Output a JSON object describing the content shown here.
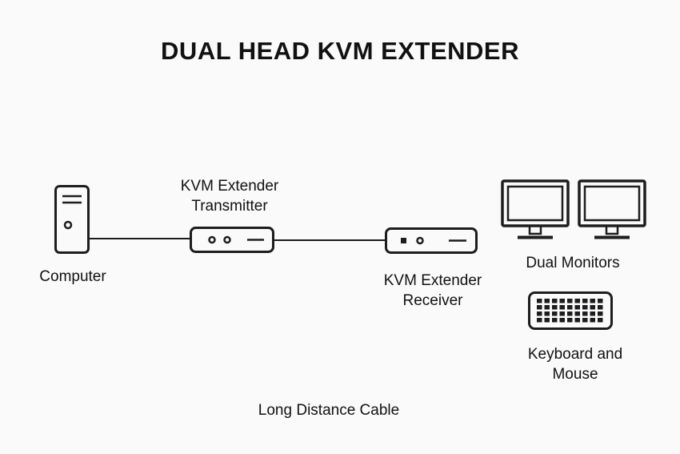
{
  "title": "DUAL HEAD KVM EXTENDER",
  "nodes": {
    "computer": {
      "label": "Computer"
    },
    "transmitter": {
      "label": "KVM Extender Transmitter"
    },
    "receiver": {
      "label": "KVM Extender Receiver"
    },
    "monitors": {
      "label": "Dual Monitors"
    },
    "keyboard_mouse": {
      "label": "Keyboard and Mouse"
    }
  },
  "cable": {
    "label": "Long Distance Cable"
  },
  "colors": {
    "background": "#fafafa",
    "line": "#1d1d1f",
    "text": "#111111"
  }
}
